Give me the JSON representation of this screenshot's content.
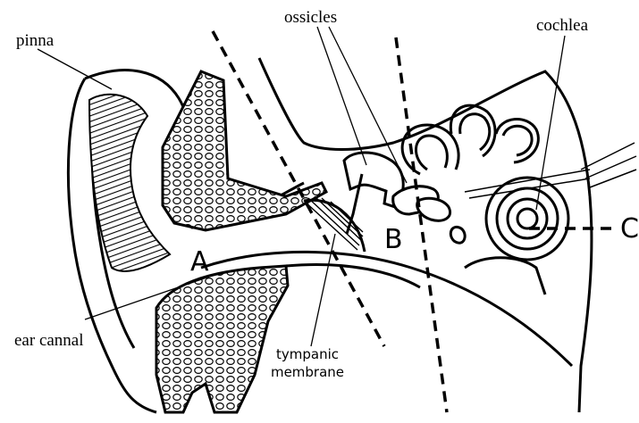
{
  "labels": {
    "pinna": "pinna",
    "ossicles": "ossicles",
    "cochlea": "cochlea",
    "ear_canal": "ear cannal",
    "tympanic_membrane_line1": "tympanic",
    "tympanic_membrane_line2": "membrane"
  },
  "regions": {
    "a": "A",
    "b": "B",
    "c": "C"
  },
  "colors": {
    "ink": "#000000",
    "background": "#ffffff",
    "tissue_fill": "#ffffff"
  }
}
